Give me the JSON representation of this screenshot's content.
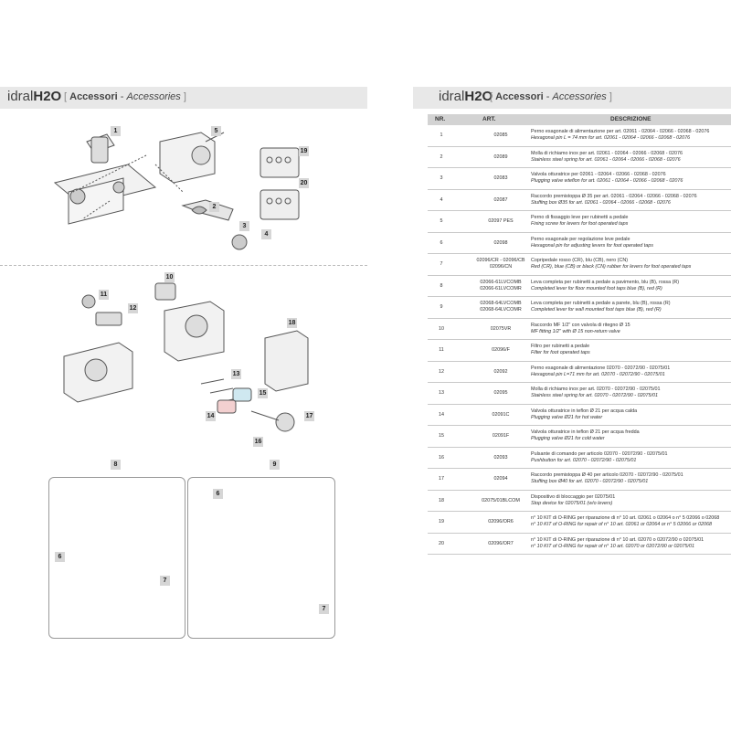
{
  "left_header": {
    "brand_light": "idral",
    "brand_bold": "H2O",
    "bracket_open": "[",
    "title_it": "Accessori",
    "sep": " - ",
    "title_en": "Accessories",
    "bracket_close": "]"
  },
  "right_header": {
    "brand_light": "idral",
    "brand_bold": "H2O",
    "bracket_open": "[",
    "title_it": "Accessori",
    "sep": " - ",
    "title_en": "Accessories",
    "bracket_close": "]"
  },
  "callouts": [
    "1",
    "2",
    "3",
    "4",
    "5",
    "19",
    "20",
    "10",
    "11",
    "12",
    "18",
    "13",
    "15",
    "14",
    "16",
    "17",
    "8",
    "9",
    "6",
    "7",
    "6",
    "7"
  ],
  "table": {
    "headers": {
      "nr": "NR.",
      "art": "ART.",
      "desc": "DESCRIZIONE"
    },
    "rows": [
      {
        "nr": "1",
        "art": [
          "02085"
        ],
        "it": "Perno esagonale di alimentazione per art. 02061 - 02064 - 02066 - 02068 - 02076",
        "en": "Hexagonal pin L = 74 mm for art. 02061 - 02064 - 02066 - 02068 - 02076"
      },
      {
        "nr": "2",
        "art": [
          "02089"
        ],
        "it": "Molla di richiamo inox per art. 02061 - 02064 - 02066 - 02068 - 02076",
        "en": "Stainless steel spring for art. 02061 - 02064 - 02066 - 02068 - 02076"
      },
      {
        "nr": "3",
        "art": [
          "02083"
        ],
        "it": "Valvola otturatrice per 02061 - 02064 - 02066 - 02068 - 02076",
        "en": "Plugging valve wteflon for art. 02061 - 02064 - 02066 - 02068 - 02076"
      },
      {
        "nr": "4",
        "art": [
          "02087"
        ],
        "it": "Raccordo premistoppa Ø 35 per art. 02061 - 02064 - 02066 - 02068 - 02076",
        "en": "Stuffing box Ø35 for art. 02061 - 02064 - 02066 - 02068 - 02076"
      },
      {
        "nr": "5",
        "art": [
          "02097 PES"
        ],
        "it": "Perno di fissaggio leve per rubinetti a pedale",
        "en": "Fixing screw for levers for foot operated taps"
      },
      {
        "nr": "6",
        "art": [
          "02098"
        ],
        "it": "Perno esagonale per regolazione leve pedale",
        "en": "Hexagonal pin for adjusting levers for foot operated taps"
      },
      {
        "nr": "7",
        "art": [
          "02096/CR - 02096/CB",
          "02096/CN"
        ],
        "it": "Copripedale rosso (CR), blu (CB), nero (CN)",
        "en": "Red (CR), blue (CB) or black (CN) rubber for levers for foot operated taps"
      },
      {
        "nr": "8",
        "art": [
          "02066-61LVCOMB",
          "02066-61LVCOMR"
        ],
        "it": "Leva completa per rubinetti a pedale a pavimento, blu (B), rossa (R)",
        "en": "Completed lever for floor mounted foot taps blue (B), red (R)"
      },
      {
        "nr": "9",
        "art": [
          "02068-64LVCOMB",
          "02068-64LVCOMR"
        ],
        "it": "Leva completa per rubinetti a pedale a parete, blu (B), rossa (R)",
        "en": "Completed lever for wall mounted foot taps blue (B), red (R)"
      },
      {
        "nr": "10",
        "art": [
          "02075VR"
        ],
        "it": "Raccordo MF 1/2\" con valvola di ritegno Ø 15",
        "en": "MF fitting 1/2\" with Ø 15 non-return valve"
      },
      {
        "nr": "11",
        "art": [
          "02096/F"
        ],
        "it": "Filtro per rubinetti a pedale",
        "en": "Filter for foot operated taps"
      },
      {
        "nr": "12",
        "art": [
          "02092"
        ],
        "it": "Perno esagonale di alimentazione 02070 - 02072/90 - 02075/01",
        "en": "Hexagonal pin L=71 mm for art. 02070 - 02072/90 - 02075/01"
      },
      {
        "nr": "13",
        "art": [
          "02095"
        ],
        "it": "Molla di richiamo inox per art. 02070 - 02072/90 - 02075/01",
        "en": "Stainless steel spring for art. 02070 - 02072/90 - 02075/01"
      },
      {
        "nr": "14",
        "art": [
          "02091C"
        ],
        "it": "Valvola otturatrice in teflon Ø 21 per acqua calda",
        "en": "Plugging valve Ø21 for hot water"
      },
      {
        "nr": "15",
        "art": [
          "02091F"
        ],
        "it": "Valvola otturatrice in teflon Ø 21 per acqua fredda",
        "en": "Plugging valve Ø21 for cold water"
      },
      {
        "nr": "16",
        "art": [
          "02093"
        ],
        "it": "Pulsante di comando per articolo 02070 - 02072/90 - 02075/01",
        "en": "Pushbutton for art. 02070 - 02072/90 - 02075/01"
      },
      {
        "nr": "17",
        "art": [
          "02094"
        ],
        "it": "Raccordo premistoppa Ø 40 per articolo 02070 - 02072/90 - 02075/01",
        "en": "Stuffing box Ø40 for art. 02070 - 02072/90 - 02075/01"
      },
      {
        "nr": "18",
        "art": [
          "02075/01BLCOM"
        ],
        "it": "Dispositivo di bloccaggio per 02075/01",
        "en": "Stop device for 02075/01 (w/o levers)"
      },
      {
        "nr": "19",
        "art": [
          "02096/OR6"
        ],
        "it": "n° 10 KIT di O-RING per riparazione di n° 10 art. 02061 o 02064 o n° 5 02066 o 02068",
        "en": "n° 10 KIT of O-RING for repair of n° 10 art. 02061 or 02064 or n° 5 02066 or 02068"
      },
      {
        "nr": "20",
        "art": [
          "02096/OR7"
        ],
        "it": "n° 10 KIT di O-RING per riparazione di n° 10 art. 02070 o 02072/90 o 02075/01",
        "en": "n° 10 KIT of O-RING for repair of n° 10 art. 02070 or 02072/90 or 02075/01"
      }
    ]
  }
}
